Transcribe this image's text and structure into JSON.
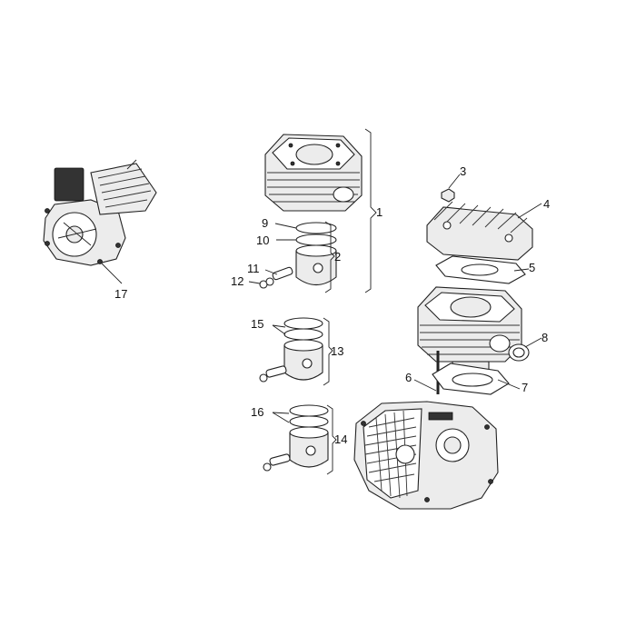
{
  "labels": {
    "l1": "1",
    "l2": "2",
    "l3": "3",
    "l4": "4",
    "l5": "5",
    "l6": "6",
    "l7": "7",
    "l8": "8",
    "l9": "9",
    "l10": "10",
    "l11": "11",
    "l12": "12",
    "l13": "13",
    "l14": "14",
    "l15": "15",
    "l16": "16",
    "l17": "17"
  },
  "colors": {
    "line": "#222222",
    "fill": "#ececec",
    "background": "#ffffff"
  }
}
